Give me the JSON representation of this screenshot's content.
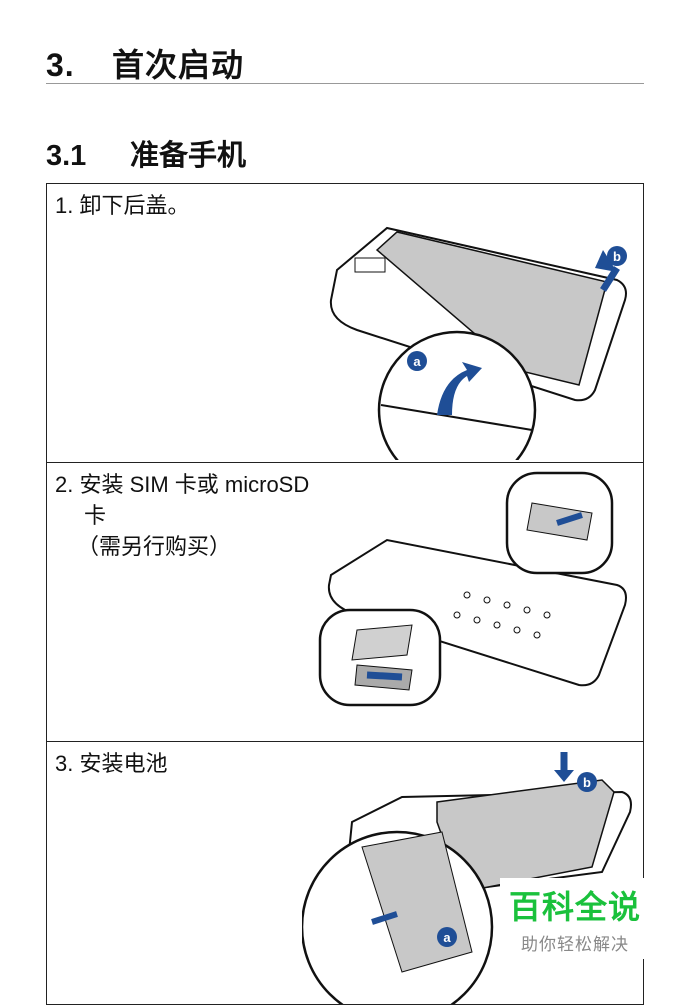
{
  "heading": {
    "number": "3.",
    "title": "首次启动"
  },
  "section": {
    "number": "3.1",
    "title": "准备手机"
  },
  "steps": [
    {
      "line1": "1. 卸下后盖。",
      "markers": [
        "a",
        "b"
      ]
    },
    {
      "line1": "2. 安装 SIM 卡或 microSD",
      "line2": "卡",
      "line3": "（需另行购买）"
    },
    {
      "line1": "3. 安装电池",
      "markers": [
        "a",
        "b"
      ]
    }
  ],
  "watermark": {
    "title": "百科全说",
    "subtitle": "助你轻松解决"
  },
  "colors": {
    "arrow": "#1f4e96",
    "cover": "#c8c8c8",
    "watermark": "#1ac13c"
  }
}
